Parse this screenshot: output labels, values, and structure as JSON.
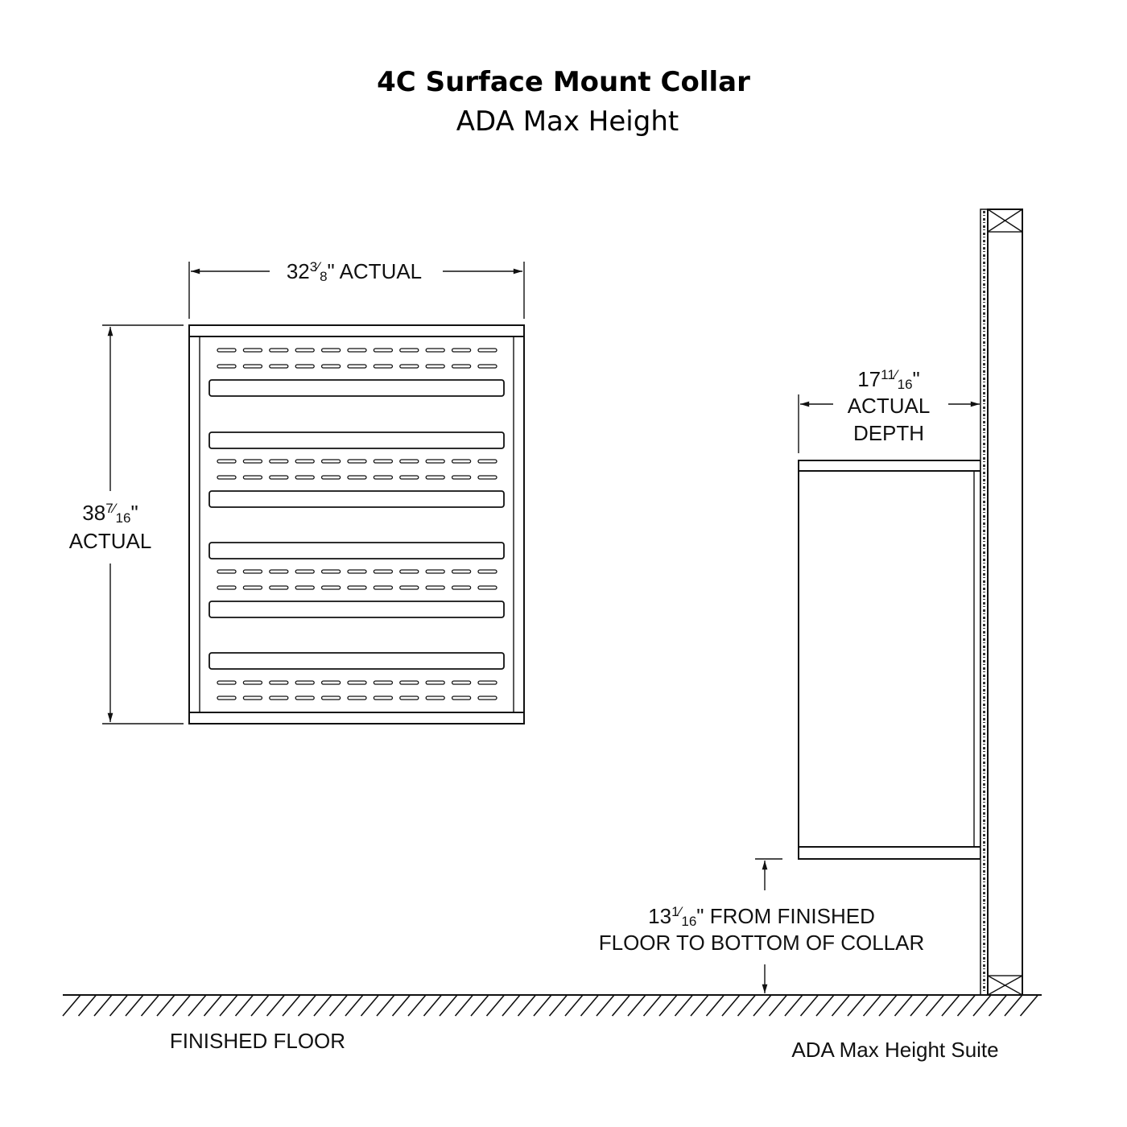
{
  "title": "4C Surface Mount Collar",
  "subtitle": "ADA Max Height",
  "front_view": {
    "width_dim": {
      "whole": "32",
      "num": "3",
      "den": "8",
      "suffix": "\" ACTUAL"
    },
    "height_dim": {
      "whole": "38",
      "num": "7",
      "den": "16",
      "suffix": "\"",
      "line2": "ACTUAL"
    }
  },
  "side_view": {
    "depth_dim": {
      "whole": "17",
      "num": "11",
      "den": "16",
      "suffix": "\"",
      "line2": "ACTUAL",
      "line3": "DEPTH"
    },
    "floor_dim": {
      "whole": "13",
      "num": "1",
      "den": "16",
      "suffix": "\"  FROM FINISHED",
      "line2": "FLOOR TO BOTTOM OF COLLAR"
    }
  },
  "floor_label": "FINISHED FLOOR",
  "suite_label": "ADA Max Height Suite"
}
